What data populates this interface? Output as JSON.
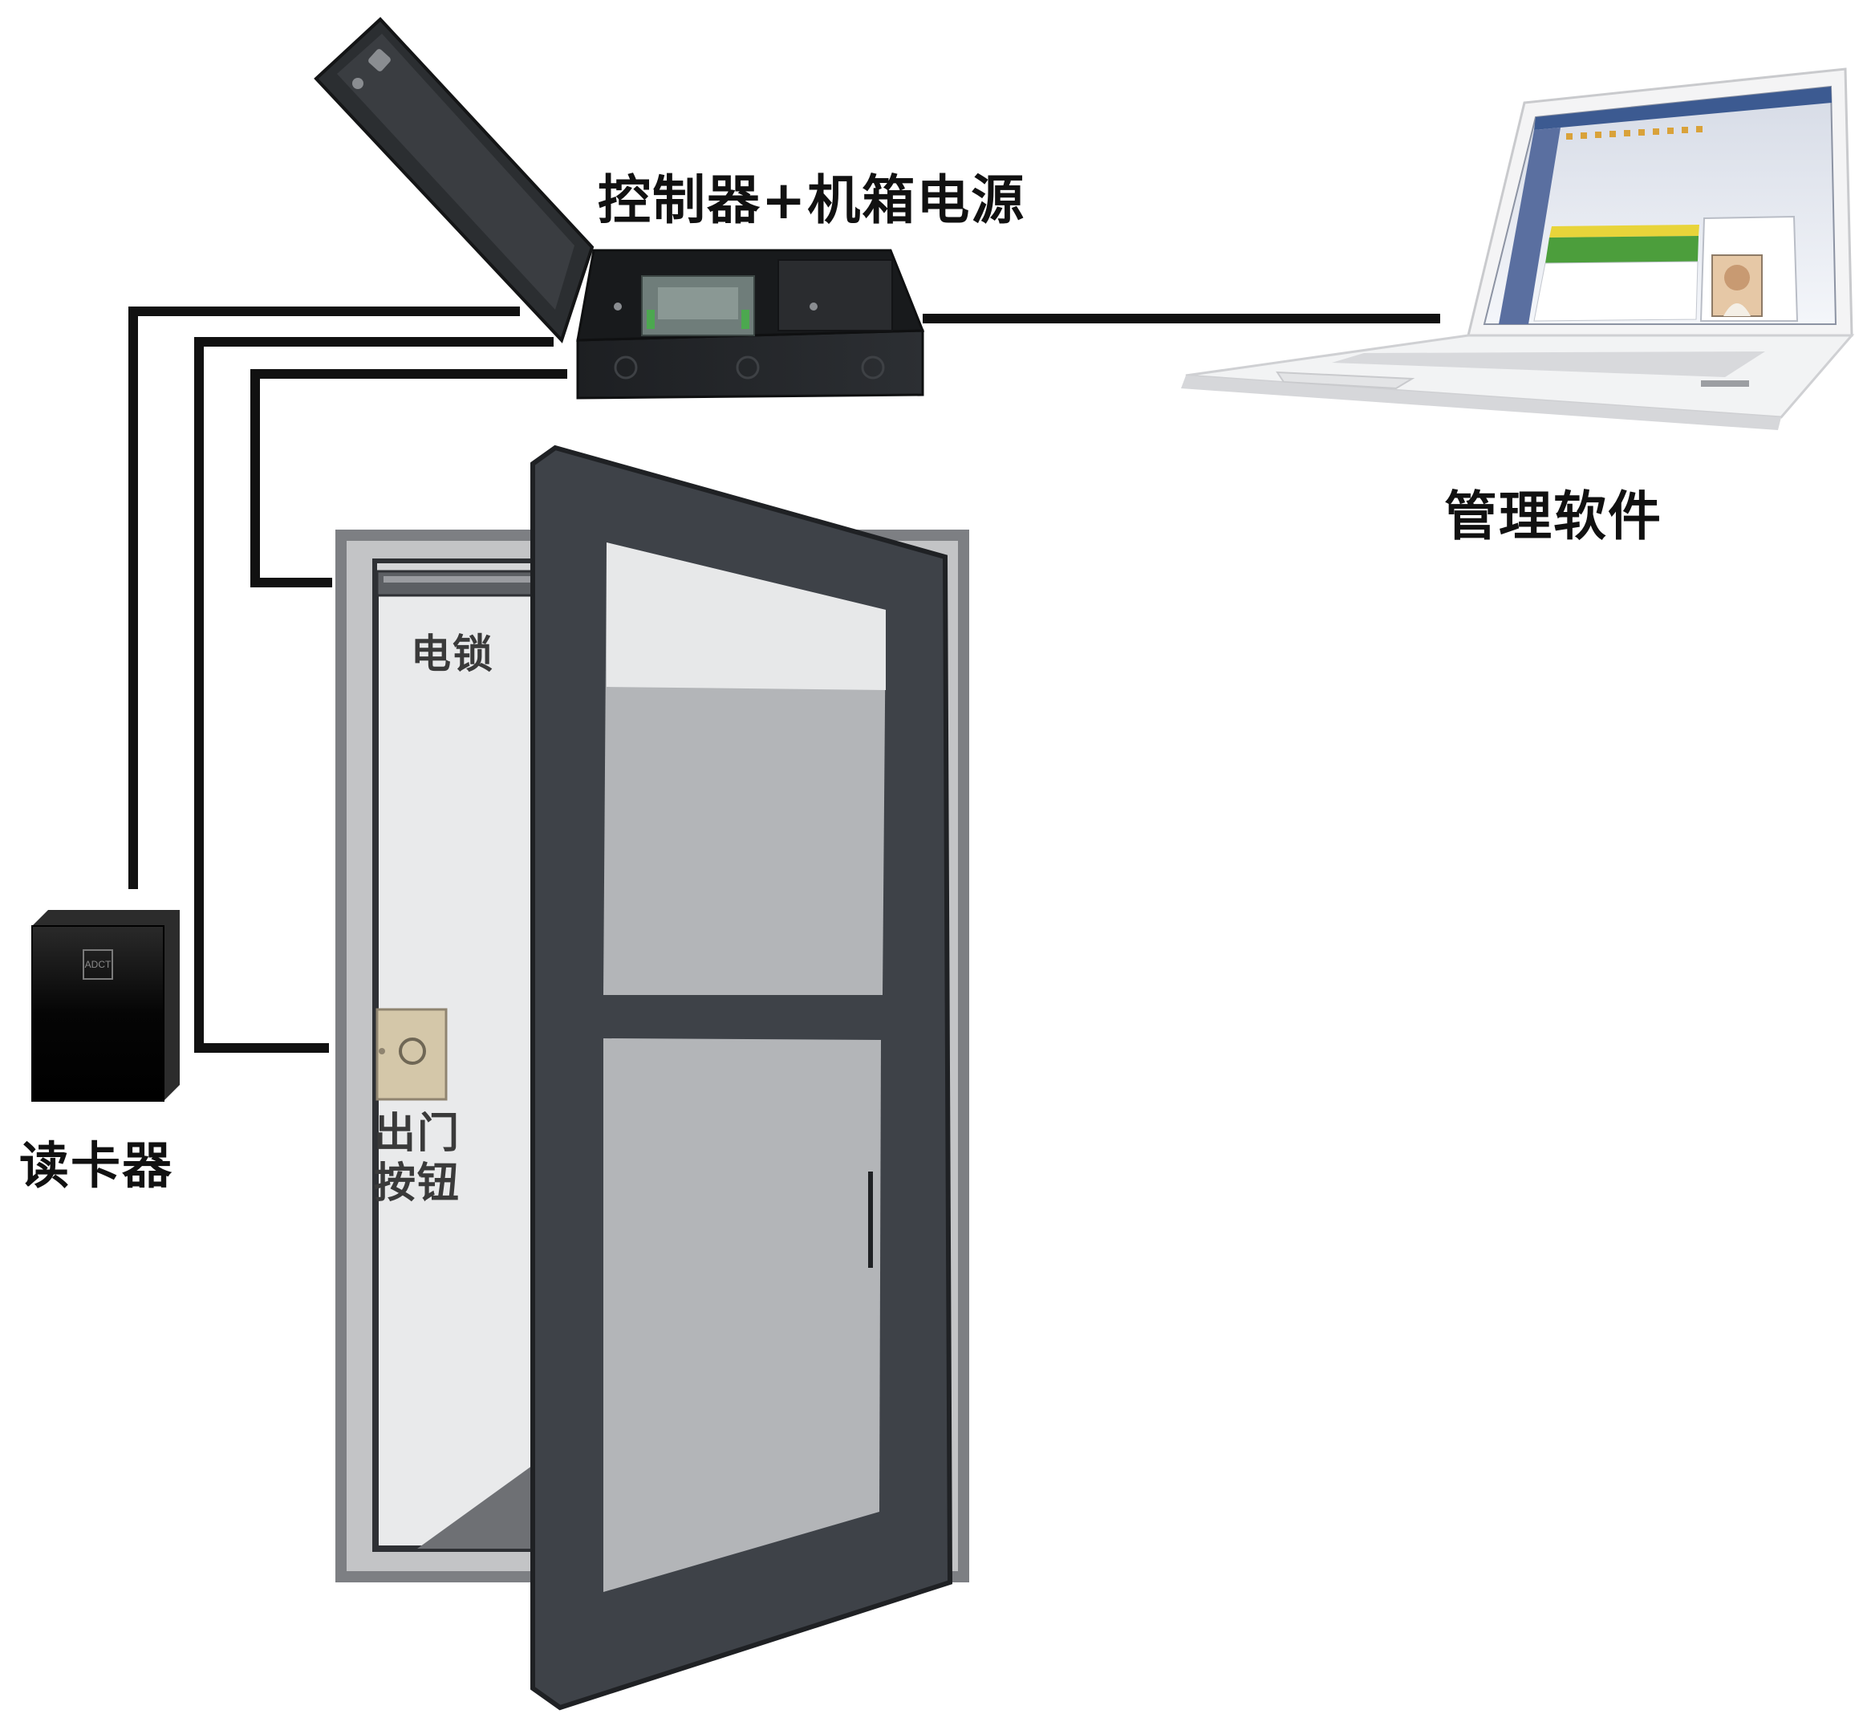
{
  "labels": {
    "controller": "控制器+机箱电源",
    "software": "管理软件",
    "card_reader": "读卡器",
    "electric_lock": "电锁",
    "exit_button": "出门\n按钮",
    "reader_logo": "ADCT"
  },
  "colors": {
    "wire": "#111111",
    "door_frame": "#7d7f83",
    "door_panel": "#3e4248",
    "glass_upper": "#b3b5b8",
    "glass_light": "#e9eaeb",
    "background": "#ffffff"
  }
}
